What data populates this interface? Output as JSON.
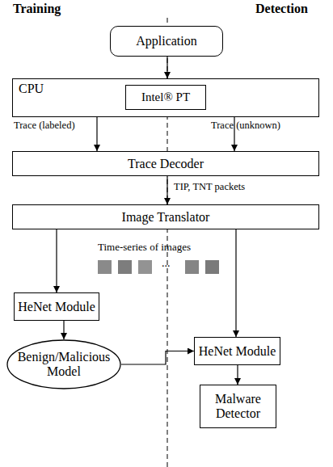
{
  "diagram": {
    "nodes": [
      {
        "text": [
          "Application"
        ]
      },
      {
        "text": [
          "CPU"
        ]
      },
      {
        "text": [
          "Intel® PT"
        ],
        "in": 1
      },
      {
        "text": [
          "Trace Decoder"
        ]
      },
      {
        "text": [
          "Image Translator"
        ]
      },
      {
        "text": [
          "HeNet Module"
        ]
      },
      {
        "text": [
          "Benign/Malicious Model"
        ]
      },
      {
        "text": [
          "HeNet Module"
        ]
      },
      {
        "text": [
          "Malware Detector"
        ]
      }
    ],
    "edges": [
      {
        "from": 0,
        "to": 1,
        "arrow": "to"
      },
      {
        "from": 1,
        "to": 3,
        "label": "Trace (labeled)",
        "arrow": "to"
      },
      {
        "from": 1,
        "to": 3,
        "label": "Trace (unknown)",
        "arrow": "to"
      },
      {
        "from": 3,
        "to": 4,
        "label": "TIP, TNT packets",
        "arrow": "to"
      },
      {
        "from": 4,
        "to": 5,
        "arrow": "to"
      },
      {
        "from": 4,
        "to": 7,
        "arrow": "to"
      },
      {
        "from": 5,
        "to": 6,
        "arrow": "to"
      },
      {
        "from": 6,
        "to": 7,
        "arrow": "to"
      },
      {
        "from": 7,
        "to": 8,
        "arrow": "to"
      }
    ],
    "labels": [
      "Training",
      "Detection",
      "Time-series of images",
      "..."
    ]
  }
}
